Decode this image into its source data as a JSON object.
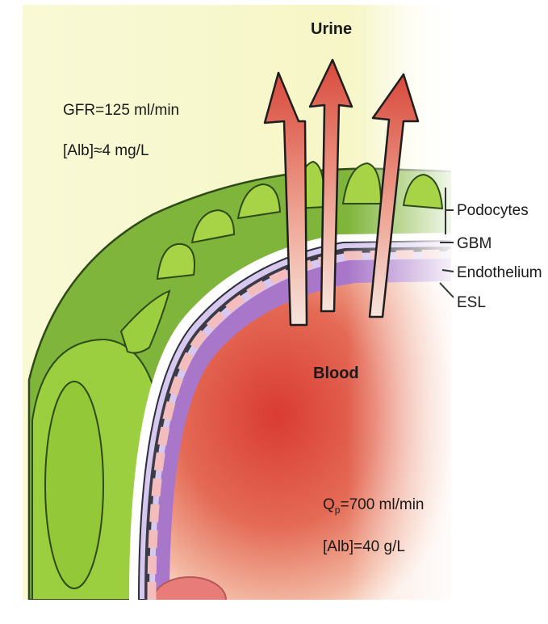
{
  "diagram": {
    "top_label": "Urine",
    "center_label": "Blood",
    "filtration": {
      "gfr": "GFR=125 ml/min",
      "alb": "[Alb]≈4 mg/L"
    },
    "plasma": {
      "q_prefix": "Q",
      "q_subscript": "p",
      "q_rest": "=700 ml/min",
      "alb": "[Alb]=40 g/L"
    },
    "layers": {
      "podocytes": "Podocytes",
      "gbm": "GBM",
      "endothelium": "Endothelium",
      "esl": "ESL"
    },
    "colors": {
      "background": "#f8f8cf",
      "podocyte_green": "#9ccf3f",
      "podocyte_dark": "#4f7f2a",
      "gbm_lilac": "#c9b8e6",
      "esl_purple": "#9a63b8",
      "endothelium_pink": "#f0b7b7",
      "blood_red": "#d9473f",
      "arrow_red": "#d8544a"
    }
  }
}
